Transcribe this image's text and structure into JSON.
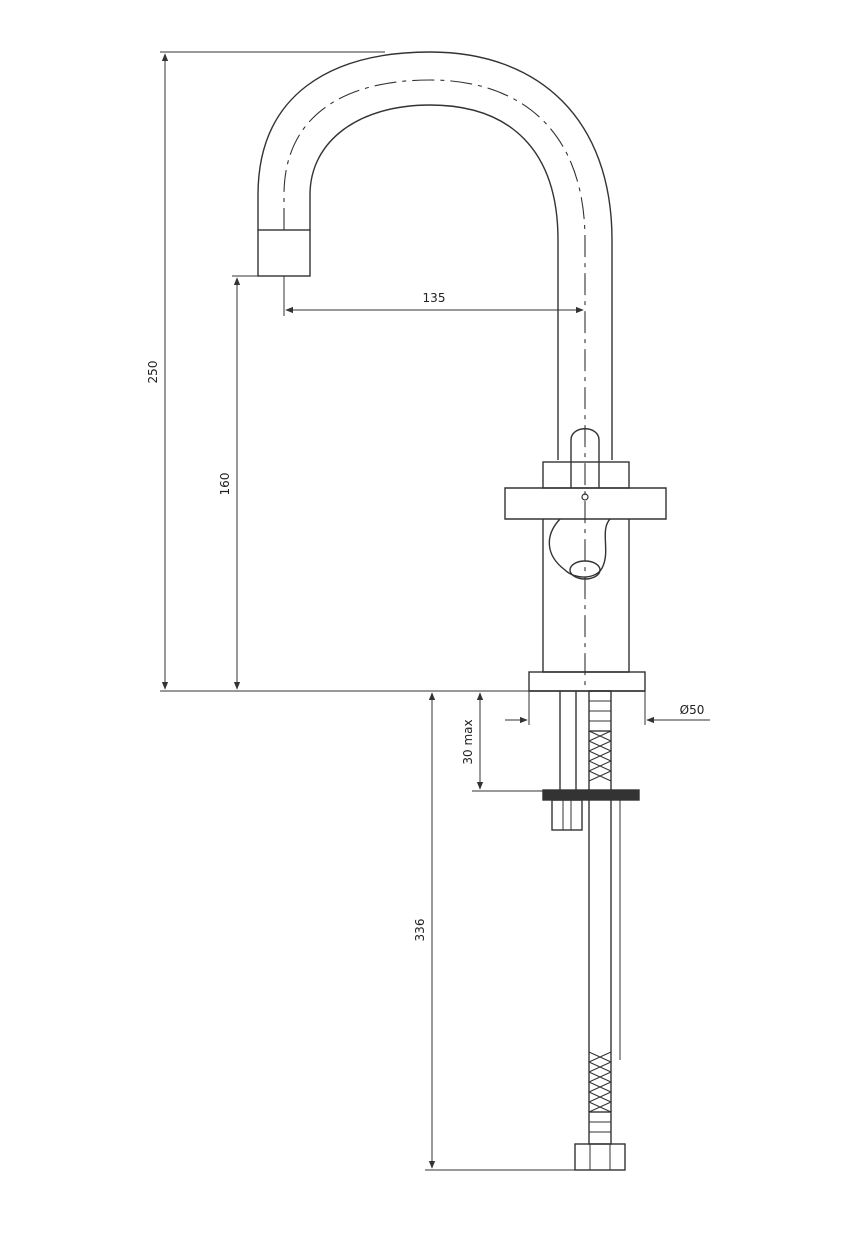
{
  "drawing": {
    "dimensions": {
      "total_height": "250",
      "spout_height": "160",
      "spout_reach": "135",
      "deck_thickness": "30 max",
      "hose_length": "336",
      "base_diameter": "Ø50"
    }
  }
}
